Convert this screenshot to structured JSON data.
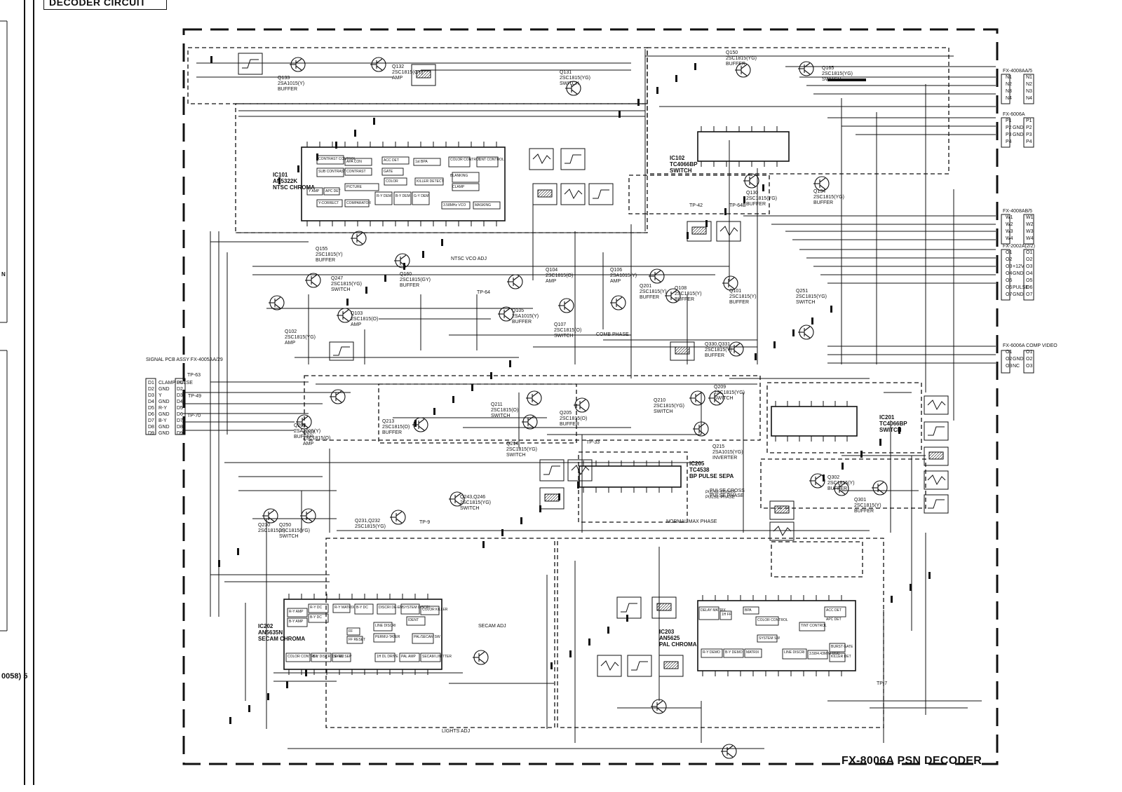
{
  "sheet": {
    "header_box": "DECODER CIRCUIT",
    "title": "FX-8006A PSN DECODER",
    "side_fragment_left": "N",
    "page_ref": "0058) 5"
  },
  "ics": [
    {
      "ref": "IC101",
      "part": "AN5322K",
      "desc": "NTSC CHROMA",
      "blocks": [
        "CONTRAST CONTROL",
        "APA CON",
        "ACC DET",
        "1st BPA",
        "COLOR CONTROL",
        "TINT CONTROL",
        "SUB CONTRAST",
        "CONTRAST",
        "GATE",
        "BLANKING",
        "PICTURE",
        "COLOR",
        "KILLER DETECT",
        "CLAMP",
        "Y AMP",
        "APC DET",
        "Y-CORRECT",
        "COMPARATOR",
        "R-Y DEM",
        "B-Y DEM",
        "G-Y DEM",
        "3.58MHz VCO",
        "MASKING"
      ]
    },
    {
      "ref": "IC102",
      "part": "TC4066BP",
      "desc": "SWITCH"
    },
    {
      "ref": "IC201",
      "part": "TC4066BP",
      "desc": "SWITCH"
    },
    {
      "ref": "IC205",
      "part": "TC4538",
      "desc": "BP PULSE SEPA",
      "blocks": [
        "PULSE CROSS",
        "PULSE PHASE"
      ]
    },
    {
      "ref": "IC202",
      "part": "AN5635N",
      "desc": "SECAM CHROMA",
      "blocks": [
        "R-Y AMP",
        "B-Y AMP",
        "R-Y DC",
        "B-Y DC",
        "R-Y MATRIX",
        "B-Y DC",
        "DISCRI DE-EM",
        "SYSTEM DISCRI",
        "COLOR KILLER",
        "IDENT",
        "LINE DISCRI",
        "FF",
        "FF RESET",
        "PERMU-TATER",
        "PAL/SECAM SW",
        "COLOR CONTROL",
        "B-Y DISCRI DE-EM",
        "SYNC SEP",
        "1H DL DRIVE",
        "PAL AMP",
        "SECAM LIMITTER"
      ]
    },
    {
      "ref": "IC203",
      "part": "AN5625",
      "desc": "PAL CHROMA",
      "blocks": [
        "DELAY MATRIX",
        "1H FF",
        "BPA",
        "COLOR CONTROL",
        "TINT CONTROL",
        "ACC DET",
        "R-Y DEMO",
        "B-Y DEMO",
        "MATRIX",
        "SYSTEM SW",
        "LINE DISCRI",
        "3.58/4.43MHz OSC",
        "BURST GATE",
        "KILLER DET",
        "APC DET"
      ]
    }
  ],
  "transistors": [
    {
      "ref": "Q133",
      "part": "2SA1015(Y)",
      "role": "BUFFER"
    },
    {
      "ref": "Q132",
      "part": "2SC1815(GY)",
      "role": "AMP"
    },
    {
      "ref": "Q131",
      "part": "2SC1815(YG)",
      "role": "SWITCH"
    },
    {
      "ref": "Q150",
      "part": "2SC1815(YG)",
      "role": "BUFFER"
    },
    {
      "ref": "Q165",
      "part": "2SC1815(YG)",
      "role": "SWITCH"
    },
    {
      "ref": "Q155",
      "part": "2SC1815(Y)",
      "role": "BUFFER"
    },
    {
      "ref": "Q160",
      "part": "2SC1815(GY)",
      "role": "BUFFER"
    },
    {
      "ref": "Q130",
      "part": "2SC1815(YG)",
      "role": "BUFFER"
    },
    {
      "ref": "Q134",
      "part": "2SC1815(YG)",
      "role": "BUFFER"
    },
    {
      "ref": "Q104",
      "part": "2SC1815(O)",
      "role": "AMP"
    },
    {
      "ref": "Q106",
      "part": "2SA1015(Y)",
      "role": "AMP"
    },
    {
      "ref": "Q247",
      "part": "2SC1815(YG)",
      "role": "SWITCH"
    },
    {
      "ref": "Q102",
      "part": "2SC1815(YG)",
      "role": "AMP"
    },
    {
      "ref": "Q103",
      "part": "2SC1815(O)",
      "role": "AMP"
    },
    {
      "ref": "Q105",
      "part": "2SA1015(Y)",
      "role": "BUFFER"
    },
    {
      "ref": "Q107",
      "part": "2SC1815(O)",
      "role": "SWITCH"
    },
    {
      "ref": "Q108",
      "part": "2SC1815(Y)",
      "role": "BUFFER"
    },
    {
      "ref": "Q201",
      "part": "2SC1815(Y)",
      "role": "BUFFER"
    },
    {
      "ref": "Q101",
      "part": "2SC1815(Y)",
      "role": "BUFFER"
    },
    {
      "ref": "Q251",
      "part": "2SC1815(YG)",
      "role": "SWITCH"
    },
    {
      "ref": "Q330,Q331",
      "part": "2SC1815(Y)",
      "role": "BUFFER"
    },
    {
      "ref": "Q208",
      "part": "2SA1015(Y)",
      "role": "BUFFER"
    },
    {
      "ref": "Q207",
      "part": "2SC1815(O)",
      "role": "AMP"
    },
    {
      "ref": "Q211",
      "part": "2SC1815(O)",
      "role": "SWITCH"
    },
    {
      "ref": "Q205",
      "part": "2SC1815(O)",
      "role": "BUFFER"
    },
    {
      "ref": "Q210",
      "part": "2SC1815(YG)",
      "role": "SWITCH"
    },
    {
      "ref": "Q209",
      "part": "2SC1815(YG)",
      "role": "SWITCH"
    },
    {
      "ref": "Q213",
      "part": "2SC1815(O)",
      "role": "BUFFER"
    },
    {
      "ref": "Q214",
      "part": "2SC1815(YG)",
      "role": "SWITCH"
    },
    {
      "ref": "Q215",
      "part": "2SA1015(YG)",
      "role": "INVERTER"
    },
    {
      "ref": "Q243,Q246",
      "part": "2SC1815(YG)",
      "role": "SWITCH"
    },
    {
      "ref": "Q231,Q232",
      "part": "2SC1815(YG)",
      "role": ""
    },
    {
      "ref": "Q230",
      "part": "2SC1815(Y)",
      "role": ""
    },
    {
      "ref": "Q250",
      "part": "2SC1815(YG)",
      "role": "SWITCH"
    },
    {
      "ref": "Q302",
      "part": "2SC1815(Y)",
      "role": "BUFFER"
    },
    {
      "ref": "Q301",
      "part": "2SC1815(Y)",
      "role": "BUFFER"
    }
  ],
  "signal_connector": {
    "title": "SIGNAL PCB ASSY FX-4005AA/29",
    "pins": [
      "D1",
      "D2",
      "D3",
      "D4",
      "D5",
      "D6",
      "D7",
      "D8",
      "D9"
    ],
    "names": [
      "CLAMP PULSE",
      "GND",
      "Y",
      "GND",
      "R-Y",
      "GND",
      "B-Y",
      "GND",
      "GND"
    ]
  },
  "right_connectors": [
    {
      "title": "FX-4008AA/5",
      "pins": [
        "N1",
        "N2",
        "N3",
        "N4"
      ]
    },
    {
      "title": "FX-6006A",
      "pins": [
        "P1",
        "P2",
        "P3",
        "P4"
      ],
      "names": [
        "",
        "GND",
        "GND",
        ""
      ]
    },
    {
      "title": "FX-4008AB/5",
      "pins": [
        "W1",
        "W2",
        "W3",
        "W4"
      ]
    },
    {
      "title": "FX-2002A(2/2)",
      "pins": [
        "O1",
        "O2",
        "O3",
        "O4",
        "O5",
        "O6",
        "O7"
      ],
      "names": [
        "",
        "",
        "+12V",
        "GND",
        "",
        "PULSE",
        "GND"
      ]
    },
    {
      "title": "FX-6006A COMP VIDEO",
      "pins": [
        "O1",
        "O2",
        "O3"
      ],
      "names": [
        "",
        "GND",
        "NC"
      ]
    }
  ],
  "test_points": [
    "TP-42",
    "TP-64B",
    "TP-64",
    "TP-63",
    "TP-49",
    "TP-70",
    "TP-33",
    "TP-9",
    "TP-7"
  ],
  "notes": [
    "COMB PHASE",
    "NORMAL MAX PHASE",
    "PULSE CROSS",
    "PULSE PHASE",
    "NTSC VCO ADJ",
    "SECAM ADJ",
    "LIGHTS ADJ"
  ],
  "colors": {
    "ink": "#111111",
    "paper": "#ffffff"
  }
}
